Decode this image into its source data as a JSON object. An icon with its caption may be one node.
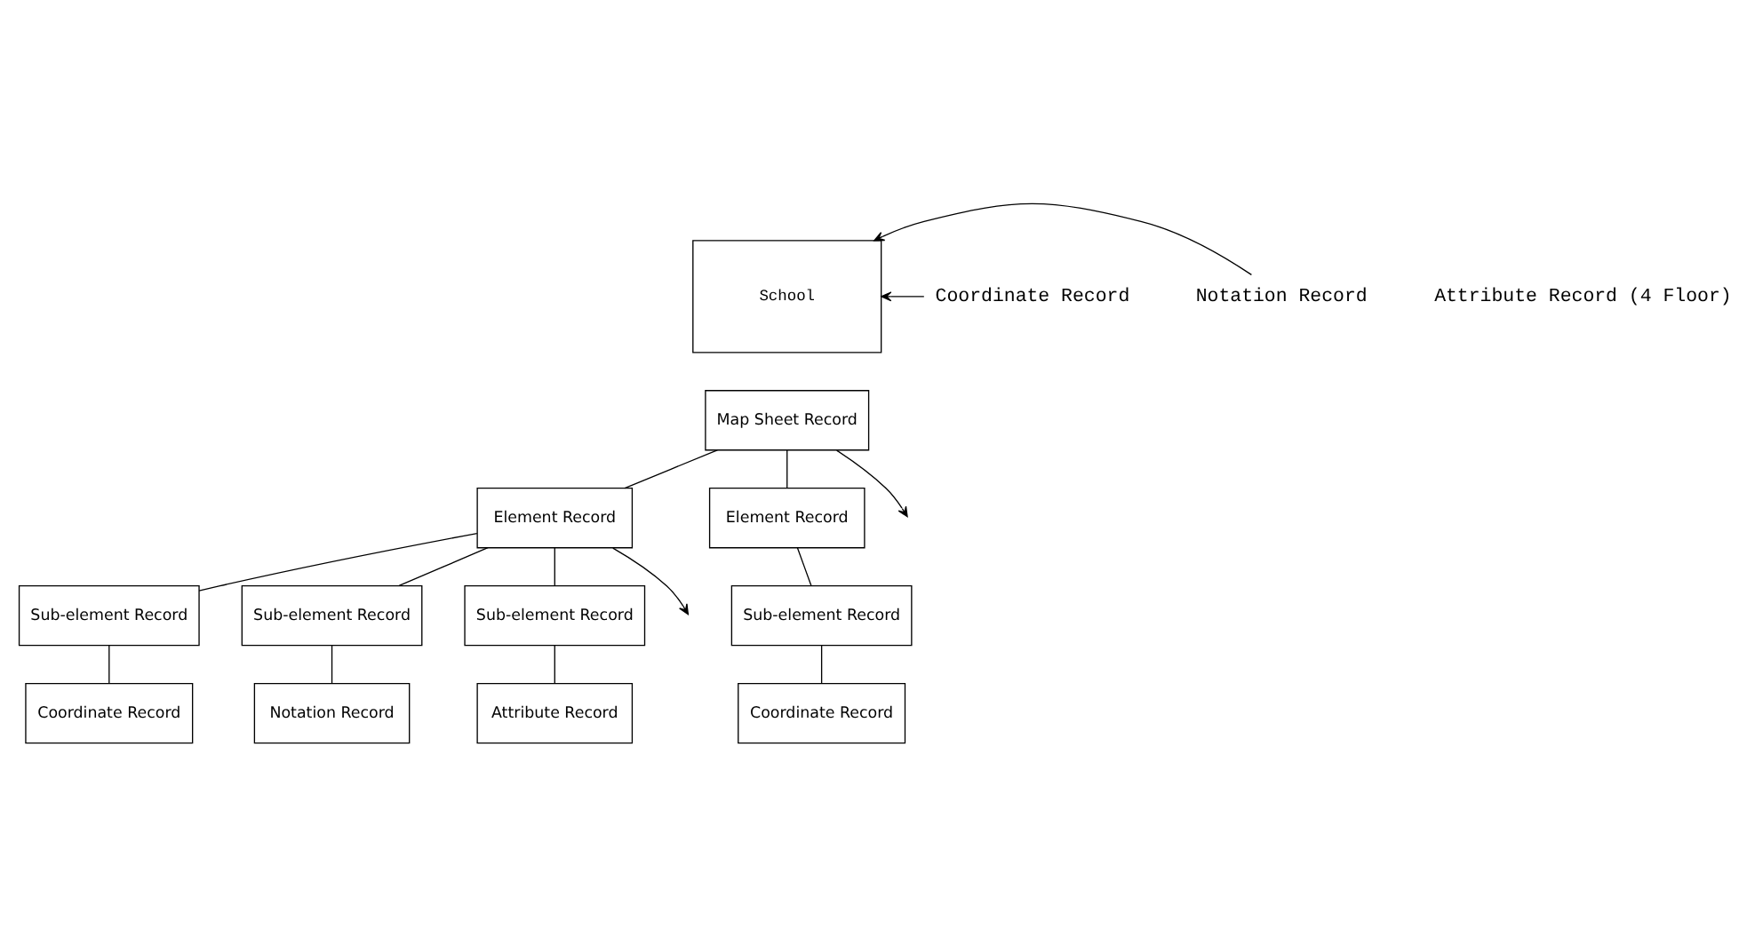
{
  "diagram": {
    "nodes": [
      {
        "text": [
          "School"
        ]
      },
      {
        "text": [
          "Coordinate Record"
        ]
      },
      {
        "text": [
          "Notation Record"
        ]
      },
      {
        "text": [
          "Map Sheet Record"
        ]
      },
      {
        "text": [
          "Element Record"
        ]
      },
      {
        "text": [
          "Element Record"
        ]
      },
      {
        "text": [
          "Sub-element Record"
        ]
      },
      {
        "text": [
          "Sub-element Record"
        ]
      },
      {
        "text": [
          "Sub-element Record"
        ]
      },
      {
        "text": [
          "Sub-element Record"
        ]
      },
      {
        "text": [
          "Coordinate Record"
        ]
      },
      {
        "text": [
          "Notation Record"
        ]
      },
      {
        "text": [
          "Attribute Record"
        ]
      },
      {
        "text": [
          "Coordinate Record"
        ]
      }
    ],
    "edges": [
      {
        "from": 1,
        "to": 0,
        "arrow": "to"
      },
      {
        "from": 2,
        "to": 0,
        "arrow": "to"
      },
      {
        "from": 3,
        "to": 4,
        "arrow": "none"
      },
      {
        "from": 3,
        "to": 5,
        "arrow": "none"
      },
      {
        "from": 3,
        "to": null,
        "arrow": "to"
      },
      {
        "from": 4,
        "to": 6,
        "arrow": "none"
      },
      {
        "from": 4,
        "to": 7,
        "arrow": "none"
      },
      {
        "from": 4,
        "to": 8,
        "arrow": "none"
      },
      {
        "from": 4,
        "to": null,
        "arrow": "to"
      },
      {
        "from": 6,
        "to": 10,
        "arrow": "none"
      },
      {
        "from": 7,
        "to": 11,
        "arrow": "none"
      },
      {
        "from": 8,
        "to": 12,
        "arrow": "none"
      },
      {
        "from": 5,
        "to": 9,
        "arrow": "none"
      },
      {
        "from": 9,
        "to": 13,
        "arrow": "none"
      }
    ],
    "labels": [
      "Attribute Record (4 Floor)"
    ]
  }
}
